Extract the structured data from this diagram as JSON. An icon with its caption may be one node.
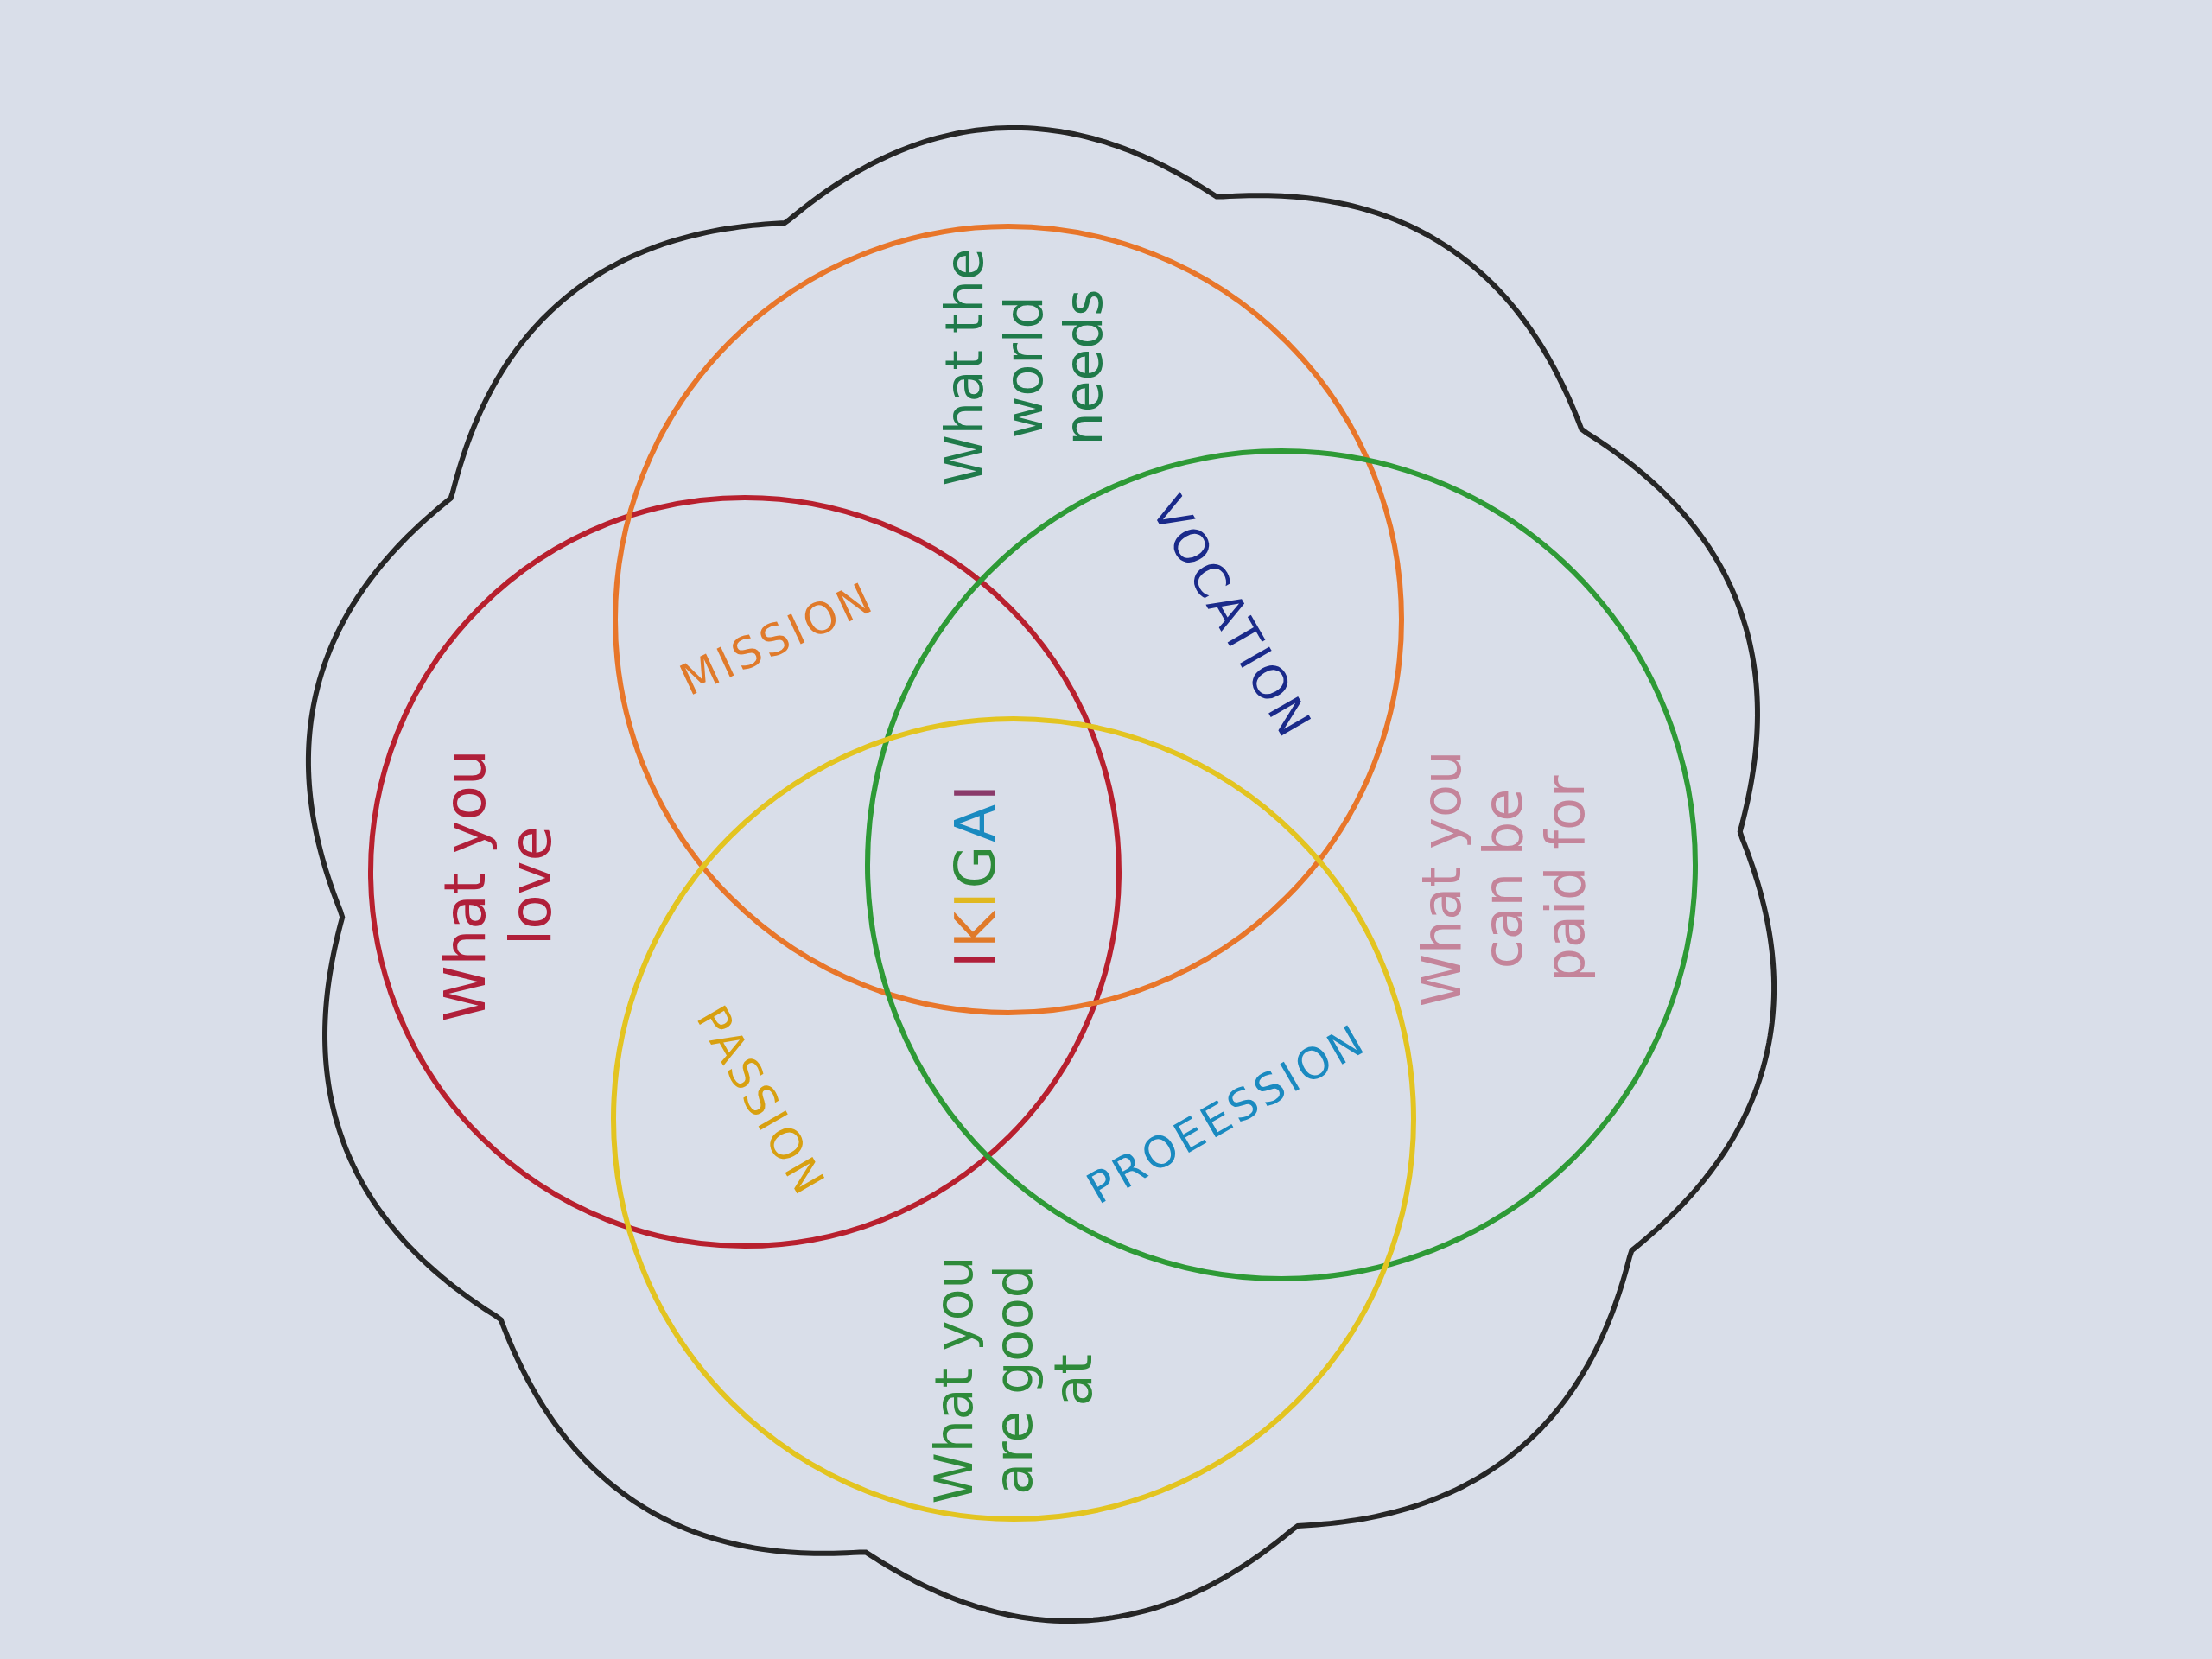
{
  "diagram": {
    "nodes": [
      {
        "text": [],
        "shape": "flower"
      },
      {
        "text": [
          "What you love"
        ],
        "in": 0
      },
      {
        "text": [
          "What the world needs"
        ],
        "in": 0
      },
      {
        "text": [
          "What you can be paid for"
        ],
        "in": 0
      },
      {
        "text": [
          "What you are good at"
        ],
        "in": 0
      }
    ],
    "labels": [
      "MISSION",
      "VOCATION",
      "IKIGAI",
      "PASSION",
      "PROEESSION"
    ]
  }
}
